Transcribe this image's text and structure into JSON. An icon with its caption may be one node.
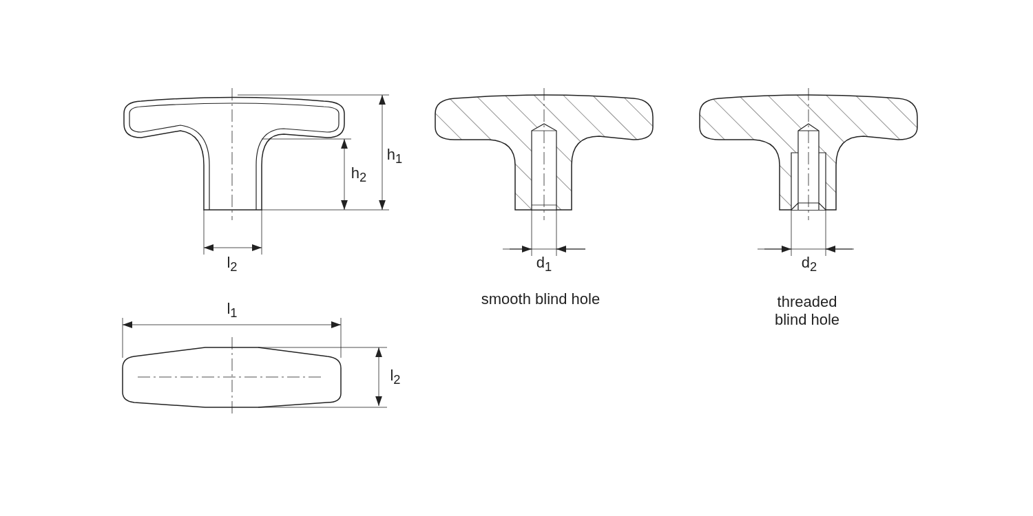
{
  "diagram": {
    "labels": [
      "h$_{1}$",
      "h$_{2}$",
      "l$_{2}$",
      "d$_{1}$",
      "d$_{2}$",
      "smooth blind hole",
      "threaded blind hole",
      "l$_{1}$",
      "l$_{2}$"
    ]
  }
}
